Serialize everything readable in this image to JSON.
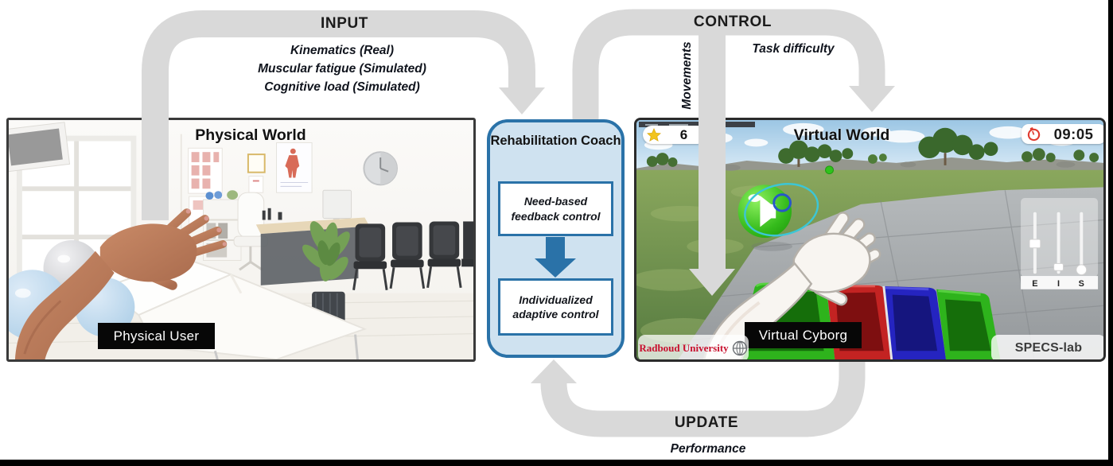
{
  "diagram": {
    "input": {
      "title": "INPUT",
      "line1": "Kinematics (Real)",
      "line2": "Muscular fatigue (Simulated)",
      "line3": "Cognitive load (Simulated)"
    },
    "control": {
      "title": "CONTROL",
      "movements": "Movements",
      "task_difficulty": "Task difficulty"
    },
    "update": {
      "title": "UPDATE",
      "performance": "Performance"
    },
    "coach": {
      "title": "Rehabilitation Coach",
      "module1": "Need-based feedback control",
      "module2": "Individualized adaptive control"
    },
    "physical_world": {
      "title": "Physical World",
      "user_label": "Physical User"
    },
    "virtual_world": {
      "title": "Virtual World",
      "cyborg_label": "Virtual Cyborg",
      "score": "6",
      "timer": "09:05",
      "slider_labels": [
        "E",
        "I",
        "S"
      ],
      "radboud_label": "Radboud University",
      "specs_label": "SPECS-lab"
    }
  },
  "colors": {
    "arrow_gray": "#d9d9d9",
    "coach_fill": "#cfe2f0",
    "coach_border": "#2a72a8",
    "label_bg": "#070707",
    "label_text": "#ffffff",
    "timer_red": "#e03c31",
    "star_gold": "#f2c41d",
    "radboud_red": "#c8102e",
    "ball_green": "#2eb618",
    "tray_red": "#c32322",
    "tray_blue": "#2524c0",
    "tray_green": "#2eb31c"
  }
}
